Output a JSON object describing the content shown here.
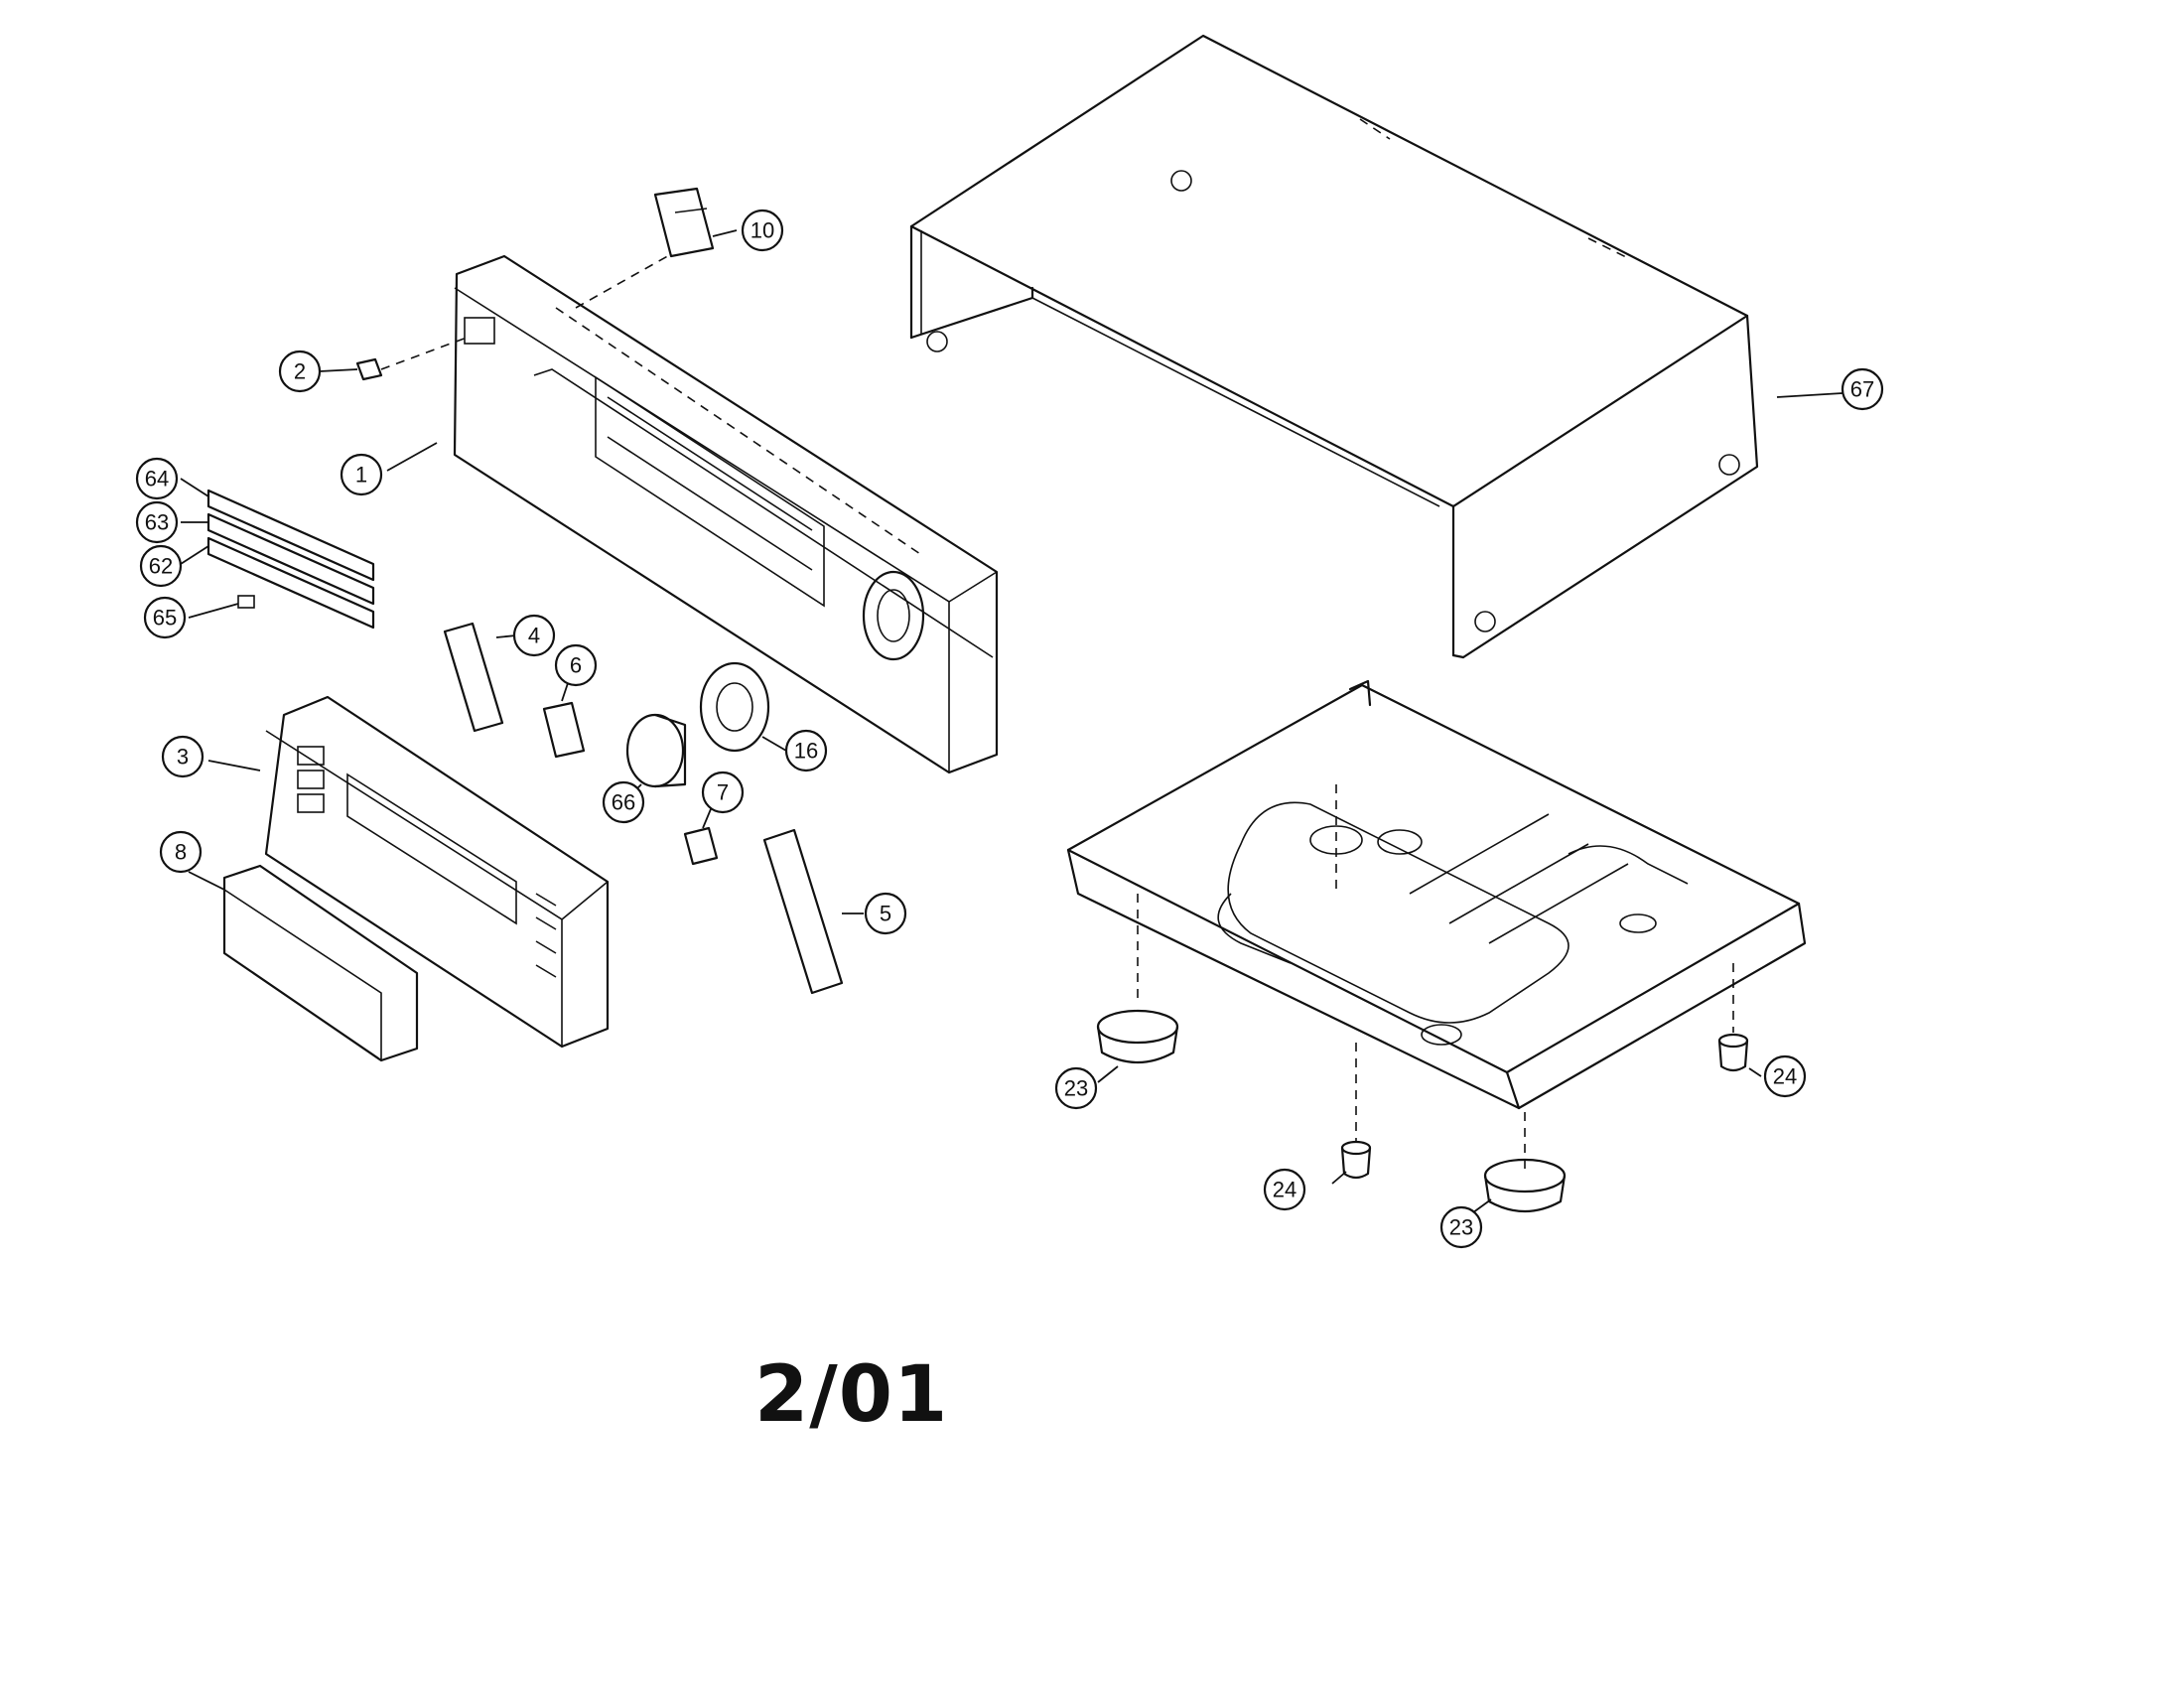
{
  "diagram": {
    "footer_code": "2/01",
    "parts": [
      {
        "id": "p1",
        "label": "1"
      },
      {
        "id": "p2",
        "label": "2"
      },
      {
        "id": "p3",
        "label": "3"
      },
      {
        "id": "p4",
        "label": "4"
      },
      {
        "id": "p5",
        "label": "5"
      },
      {
        "id": "p6",
        "label": "6"
      },
      {
        "id": "p7",
        "label": "7"
      },
      {
        "id": "p8",
        "label": "8"
      },
      {
        "id": "p10",
        "label": "10"
      },
      {
        "id": "p16",
        "label": "16"
      },
      {
        "id": "p23a",
        "label": "23"
      },
      {
        "id": "p23b",
        "label": "23"
      },
      {
        "id": "p24a",
        "label": "24"
      },
      {
        "id": "p24b",
        "label": "24"
      },
      {
        "id": "p62",
        "label": "62"
      },
      {
        "id": "p63",
        "label": "63"
      },
      {
        "id": "p64",
        "label": "64"
      },
      {
        "id": "p65",
        "label": "65"
      },
      {
        "id": "p66",
        "label": "66"
      },
      {
        "id": "p67",
        "label": "67"
      }
    ]
  }
}
